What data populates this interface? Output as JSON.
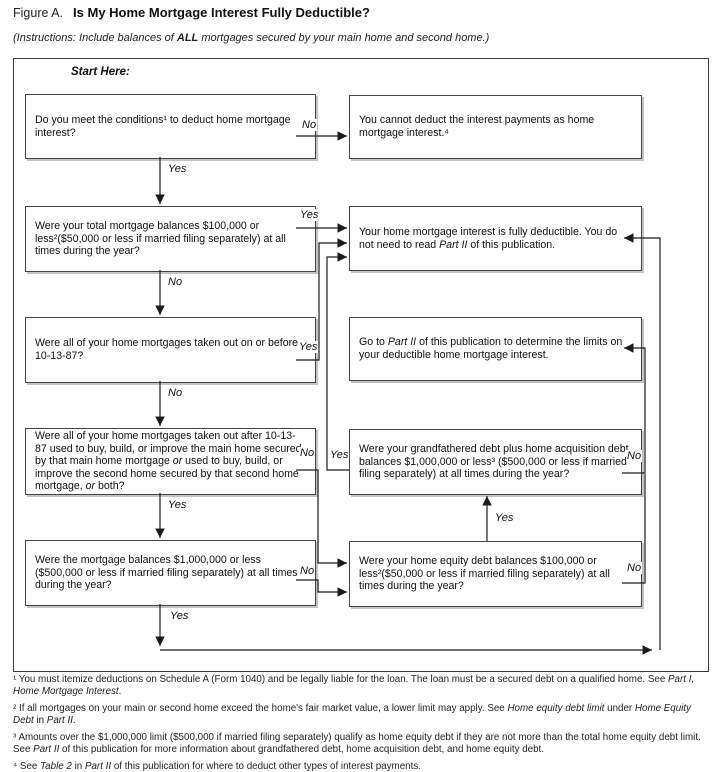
{
  "page": {
    "figure_label": "Figure A.",
    "title": "Is My Home Mortgage Interest Fully Deductible?",
    "instructions_prefix": "(Instructions: Include balances of ",
    "instructions_bold": "ALL",
    "instructions_suffix": " mortgages secured by your main home and second home.)",
    "start_here": "Start Here:"
  },
  "flowchart": {
    "boxes": {
      "q_conditions": {
        "text": "Do you meet the conditions¹ to deduct home mortgage interest?"
      },
      "r_cannot_deduct": {
        "text": "You cannot deduct the interest payments as home mortgage interest.⁴"
      },
      "q_total_balances": {
        "text": "Were your total mortgage balances $100,000 or less²($50,000 or less if married filing separately) at all times during the year?"
      },
      "r_fully_deductible": {
        "t1": "Your home mortgage interest is fully deductible. You do not need to read ",
        "t2": "Part II",
        "t3": " of this publication."
      },
      "q_before_87": {
        "text": "Were all of your home mortgages taken out on or before 10-13-87?"
      },
      "r_go_part2": {
        "t1": "Go to ",
        "t2": "Part II",
        "t3": " of this publication to determine the limits on your deductible home mortgage interest."
      },
      "q_after_87": {
        "t1": "Were all of your home mortgages taken out after 10-13-87 used to buy, build, or improve the main home secured by that main home mortgage ",
        "t2": "or",
        "t3": " used to buy, build, or improve the second home secured by that second home mortgage, ",
        "t4": "or",
        "t5": " both?"
      },
      "q_grandfathered": {
        "text": "Were your grandfathered debt plus home acquisition debt balances $1,000,000 or less³ ($500,000 or less if married filing separately) at all times during the year?"
      },
      "q_balance_1m": {
        "text": "Were the mortgage balances $1,000,000 or less ($500,000 or less if married filing separately) at all times during the year?"
      },
      "q_home_equity": {
        "text": "Were your home equity debt balances $100,000 or less²($50,000 or less if married filing separately) at all times during the year?"
      }
    },
    "edges": {
      "conditions_no": "No",
      "conditions_yes": "Yes",
      "total_yes": "Yes",
      "total_no": "No",
      "before87_yes": "Yes",
      "before87_no": "No",
      "after87_no": "No",
      "after87_yes": "Yes",
      "balance1m_no": "No",
      "balance1m_yes": "Yes",
      "grandfathered_yes": "Yes",
      "grandfathered_no": "No",
      "homeequity_yes": "Yes",
      "homeequity_no": "No"
    }
  },
  "footnotes": [
    {
      "t1": "¹ You must itemize deductions on Schedule A (Form 1040) and be legally liable for the loan. The loan must be a secured debt on a qualified home. See ",
      "t2": "Part I, Home Mortgage Interest",
      "t3": "."
    },
    {
      "t1": "² If all mortgages on your main or second home exceed the home's fair market value, a lower limit may apply. See ",
      "t2": "Home equity debt limit",
      "t3": " under ",
      "t4": "Home Equity Debt",
      "t5": " in ",
      "t6": "Part II",
      "t7": "."
    },
    {
      "t1": "³ Amounts over the $1,000,000 limit ($500,000 if married filing separately) qualify as home equity debt if they are not more than the total home equity debt limit. See ",
      "t2": "Part II",
      "t3": " of this publication for more information about grandfathered debt, home acquisition debt, and home equity debt."
    },
    {
      "t1": "⁴ See ",
      "t2": "Table 2",
      "t3": " in ",
      "t4": "Part II",
      "t5": " of this publication for where to deduct other types of interest payments."
    }
  ]
}
